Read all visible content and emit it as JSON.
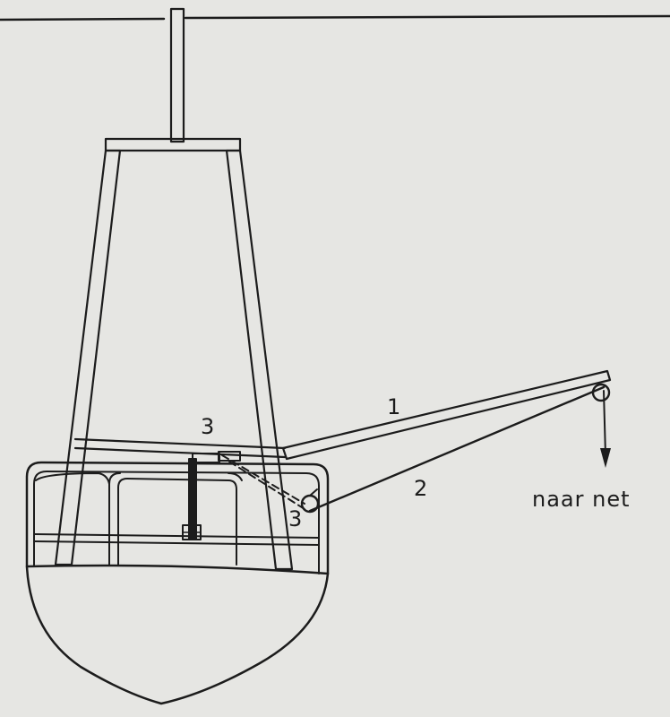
{
  "diagram": {
    "labels": {
      "boom": "1",
      "cable": "2",
      "guide_top": "3",
      "guide_bottom": "3",
      "destination": "naar net"
    }
  }
}
